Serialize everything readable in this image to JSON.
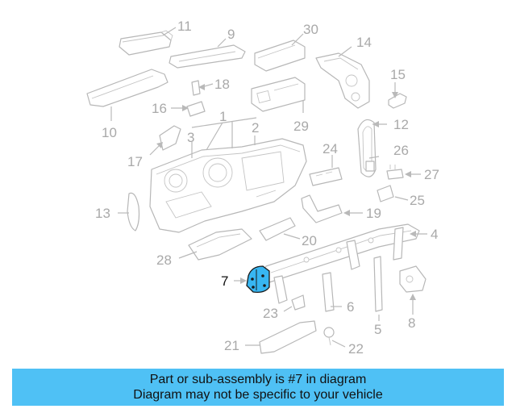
{
  "callouts": [
    {
      "id": "11",
      "label": "11"
    },
    {
      "id": "9",
      "label": "9"
    },
    {
      "id": "30",
      "label": "30"
    },
    {
      "id": "14",
      "label": "14"
    },
    {
      "id": "18",
      "label": "18"
    },
    {
      "id": "15",
      "label": "15"
    },
    {
      "id": "16",
      "label": "16"
    },
    {
      "id": "1",
      "label": "1"
    },
    {
      "id": "10",
      "label": "10"
    },
    {
      "id": "2",
      "label": "2"
    },
    {
      "id": "29",
      "label": "29"
    },
    {
      "id": "12",
      "label": "12"
    },
    {
      "id": "3",
      "label": "3"
    },
    {
      "id": "17",
      "label": "17"
    },
    {
      "id": "24",
      "label": "24"
    },
    {
      "id": "26",
      "label": "26"
    },
    {
      "id": "27",
      "label": "27"
    },
    {
      "id": "25",
      "label": "25"
    },
    {
      "id": "13",
      "label": "13"
    },
    {
      "id": "19",
      "label": "19"
    },
    {
      "id": "4",
      "label": "4"
    },
    {
      "id": "20",
      "label": "20"
    },
    {
      "id": "28",
      "label": "28"
    },
    {
      "id": "7",
      "label": "7"
    },
    {
      "id": "6",
      "label": "6"
    },
    {
      "id": "23",
      "label": "23"
    },
    {
      "id": "5",
      "label": "5"
    },
    {
      "id": "8",
      "label": "8"
    },
    {
      "id": "21",
      "label": "21"
    },
    {
      "id": "22",
      "label": "22"
    }
  ],
  "highlighted_part": "7",
  "colors": {
    "highlight": "#37b6f2",
    "banner": "#4fc1f5",
    "callout_inactive": "#a9a9a9",
    "callout_active": "#111111"
  },
  "banner": {
    "line1": "Part or sub-assembly is #7 in diagram",
    "line2": "Diagram may not be specific to your vehicle"
  }
}
